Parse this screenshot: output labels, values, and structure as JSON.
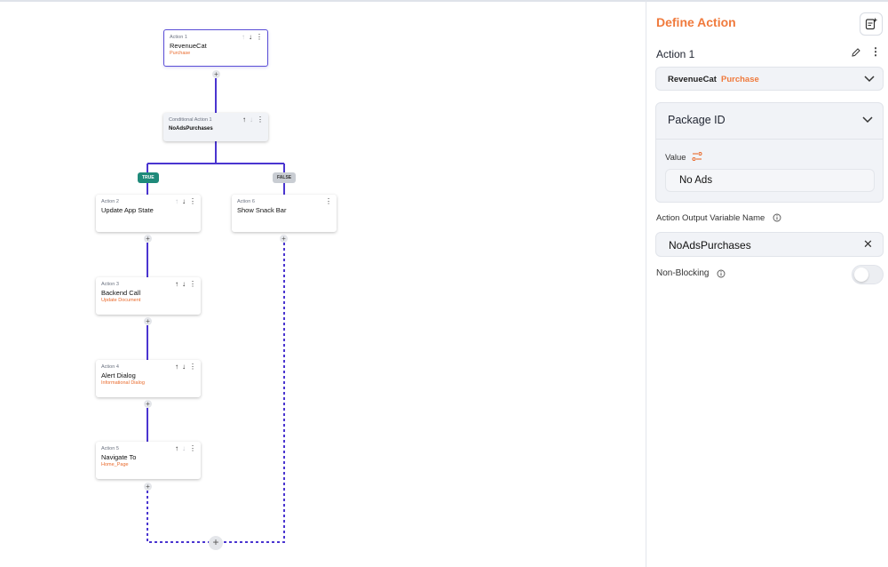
{
  "canvas": {
    "nodes": [
      {
        "id": "action-1",
        "label": "Action 1",
        "title": "RevenueCat",
        "subtitle": "Purchase"
      },
      {
        "id": "cond-1",
        "label": "Conditional Action 1",
        "title": "NoAdsPurchases"
      },
      {
        "id": "action-2",
        "label": "Action 2",
        "title": "Update App State",
        "subtitle": ""
      },
      {
        "id": "action-6",
        "label": "Action 6",
        "title": "Show Snack Bar",
        "subtitle": ""
      },
      {
        "id": "action-3",
        "label": "Action 3",
        "title": "Backend Call",
        "subtitle": "Update Document"
      },
      {
        "id": "action-4",
        "label": "Action 4",
        "title": "Alert Dialog",
        "subtitle": "Informational Dialog"
      },
      {
        "id": "action-5",
        "label": "Action 5",
        "title": "Navigate To",
        "subtitle": "Home_Page"
      }
    ],
    "branch_true": "TRUE",
    "branch_false": "FALSE",
    "add_symbol": "+",
    "colors": {
      "solid_wire": "#4a35d0",
      "dashed_wire": "#4a35d0",
      "accent": "#e96a2c"
    }
  },
  "panel": {
    "title": "Define Action",
    "title_icon": "add-note-icon",
    "action_label": "Action 1",
    "edit_icon": "pencil-icon",
    "more_icon": "more-vertical-icon",
    "action_type": {
      "service": "RevenueCat",
      "method": "Purchase"
    },
    "package_id": {
      "header": "Package ID",
      "value_label": "Value",
      "value": "No Ads"
    },
    "output_variable": {
      "label": "Action Output Variable Name",
      "value": "NoAdsPurchases",
      "clear": "✕"
    },
    "non_blocking": {
      "label": "Non-Blocking",
      "enabled": false
    },
    "colors": {
      "accent": "#f07a3c"
    }
  }
}
